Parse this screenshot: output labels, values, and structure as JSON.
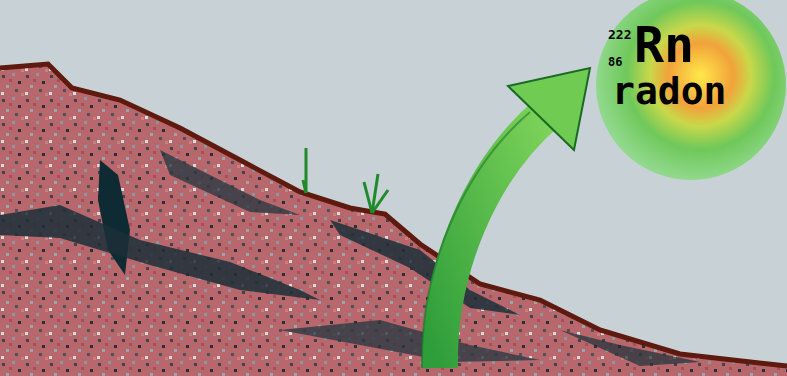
{
  "diagram": {
    "nodes": [
      {
        "text": [
          "222",
          "86",
          "Rn",
          "radon"
        ]
      }
    ]
  }
}
